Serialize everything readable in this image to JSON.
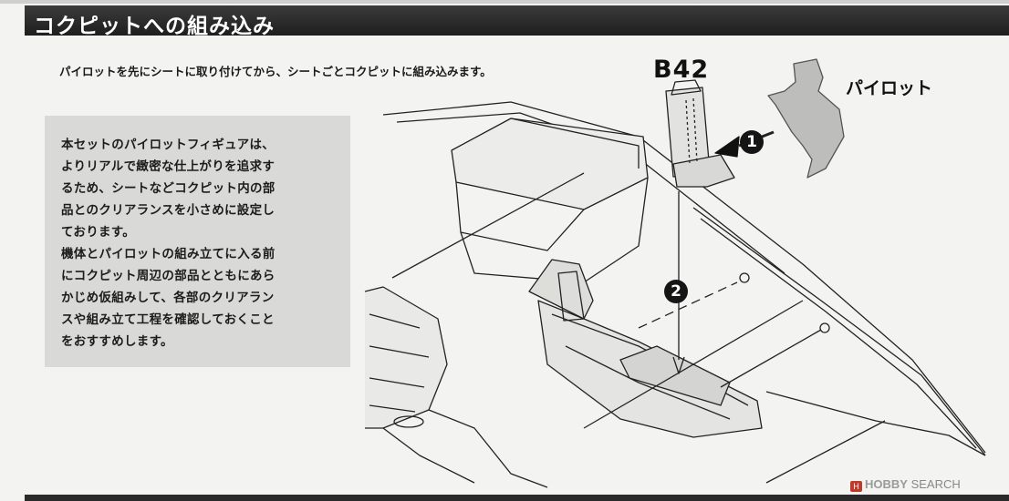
{
  "header": {
    "title": "コクピットへの組み込み"
  },
  "intro": {
    "text": "パイロットを先にシートに取り付けてから、シートごとコクピットに組み込みます。"
  },
  "labels": {
    "part": "B42",
    "pilot": "パイロット"
  },
  "callouts": {
    "one": "1",
    "two": "2"
  },
  "note": {
    "lines": [
      "本セットのパイロットフィギュアは、",
      "よりリアルで緻密な仕上がりを追求す",
      "るため、シートなどコクピット内の部",
      "品とのクリアランスを小さめに設定し",
      "ております。",
      "機体とパイロットの組み立てに入る前",
      "にコクピット周辺の部品とともにあら",
      "かじめ仮組みして、各部のクリアラン",
      "スや組み立て工程を確認しておくこと",
      "をおすすめします。"
    ]
  },
  "watermark": {
    "logo": "H",
    "brand": "HOBBY",
    "suffix": "SEARCH"
  }
}
